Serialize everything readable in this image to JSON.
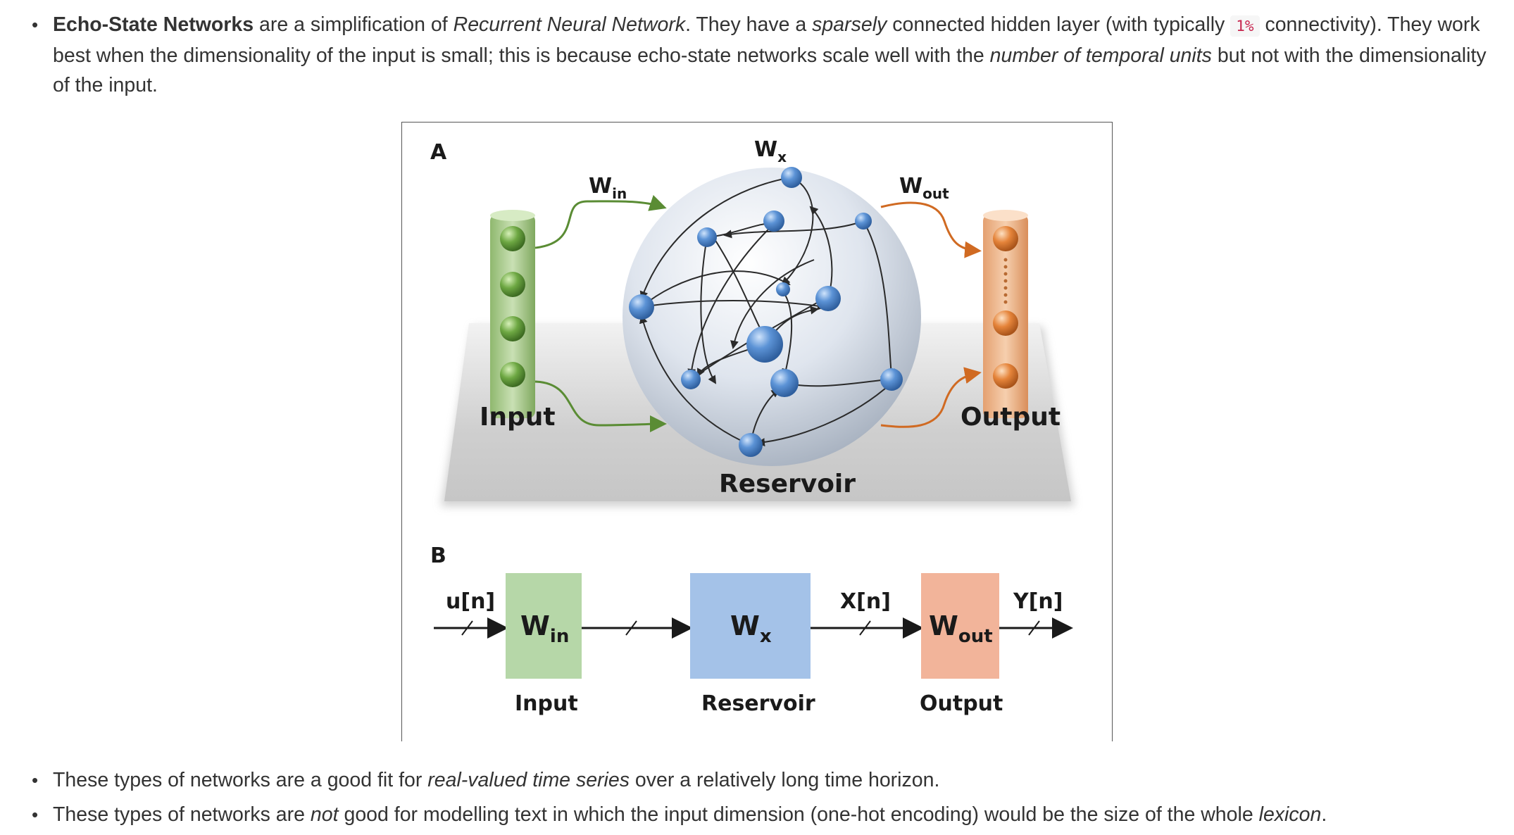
{
  "bullets": [
    {
      "segments": [
        {
          "text": "Echo-State Networks",
          "style": "bold"
        },
        {
          "text": " are a simplification of ",
          "style": "normal"
        },
        {
          "text": "Recurrent Neural Network",
          "style": "italic"
        },
        {
          "text": ". They have a ",
          "style": "normal"
        },
        {
          "text": "sparsely",
          "style": "italic"
        },
        {
          "text": " connected hidden layer (with typically ",
          "style": "normal"
        },
        {
          "text": "1%",
          "style": "code"
        },
        {
          "text": " connectivity). They work best when the dimensionality of the input is small; this is because echo-state networks scale well with the ",
          "style": "normal"
        },
        {
          "text": "number of temporal units",
          "style": "italic"
        },
        {
          "text": " but not with the dimensionality of the input.",
          "style": "normal"
        }
      ]
    },
    {
      "segments": [
        {
          "text": "These types of networks are a good fit for ",
          "style": "normal"
        },
        {
          "text": "real-valued time series",
          "style": "italic"
        },
        {
          "text": " over a relatively long time horizon.",
          "style": "normal"
        }
      ]
    },
    {
      "segments": [
        {
          "text": "These types of networks are ",
          "style": "normal"
        },
        {
          "text": "not",
          "style": "italic"
        },
        {
          "text": " good for modelling text in which the input dimension (one-hot encoding) would be the size of the whole ",
          "style": "normal"
        },
        {
          "text": "lexicon",
          "style": "italic"
        },
        {
          "text": ".",
          "style": "normal"
        }
      ]
    }
  ],
  "figure": {
    "panel_a": {
      "letter": "A",
      "win_main": "W",
      "win_sub": "in",
      "wx_main": "W",
      "wx_sub": "x",
      "wout_main": "W",
      "wout_sub": "out",
      "input_label": "Input",
      "output_label": "Output",
      "reservoir_label": "Reservoir"
    },
    "panel_b": {
      "letter": "B",
      "u_label": "u[n]",
      "x_label": "X[n]",
      "y_label": "Y[n]",
      "win_main": "W",
      "win_sub": "in",
      "wx_main": "W",
      "wx_sub": "x",
      "wout_main": "W",
      "wout_sub": "out",
      "input_label": "Input",
      "reservoir_label": "Reservoir",
      "output_label": "Output"
    },
    "colors": {
      "input_green": "#6a9e3e",
      "reservoir_blue": "#4a7fc4",
      "output_orange": "#d9772c",
      "box_green": "#b6d7a8",
      "box_blue": "#a4c2e8",
      "box_orange": "#f2b49a"
    }
  }
}
